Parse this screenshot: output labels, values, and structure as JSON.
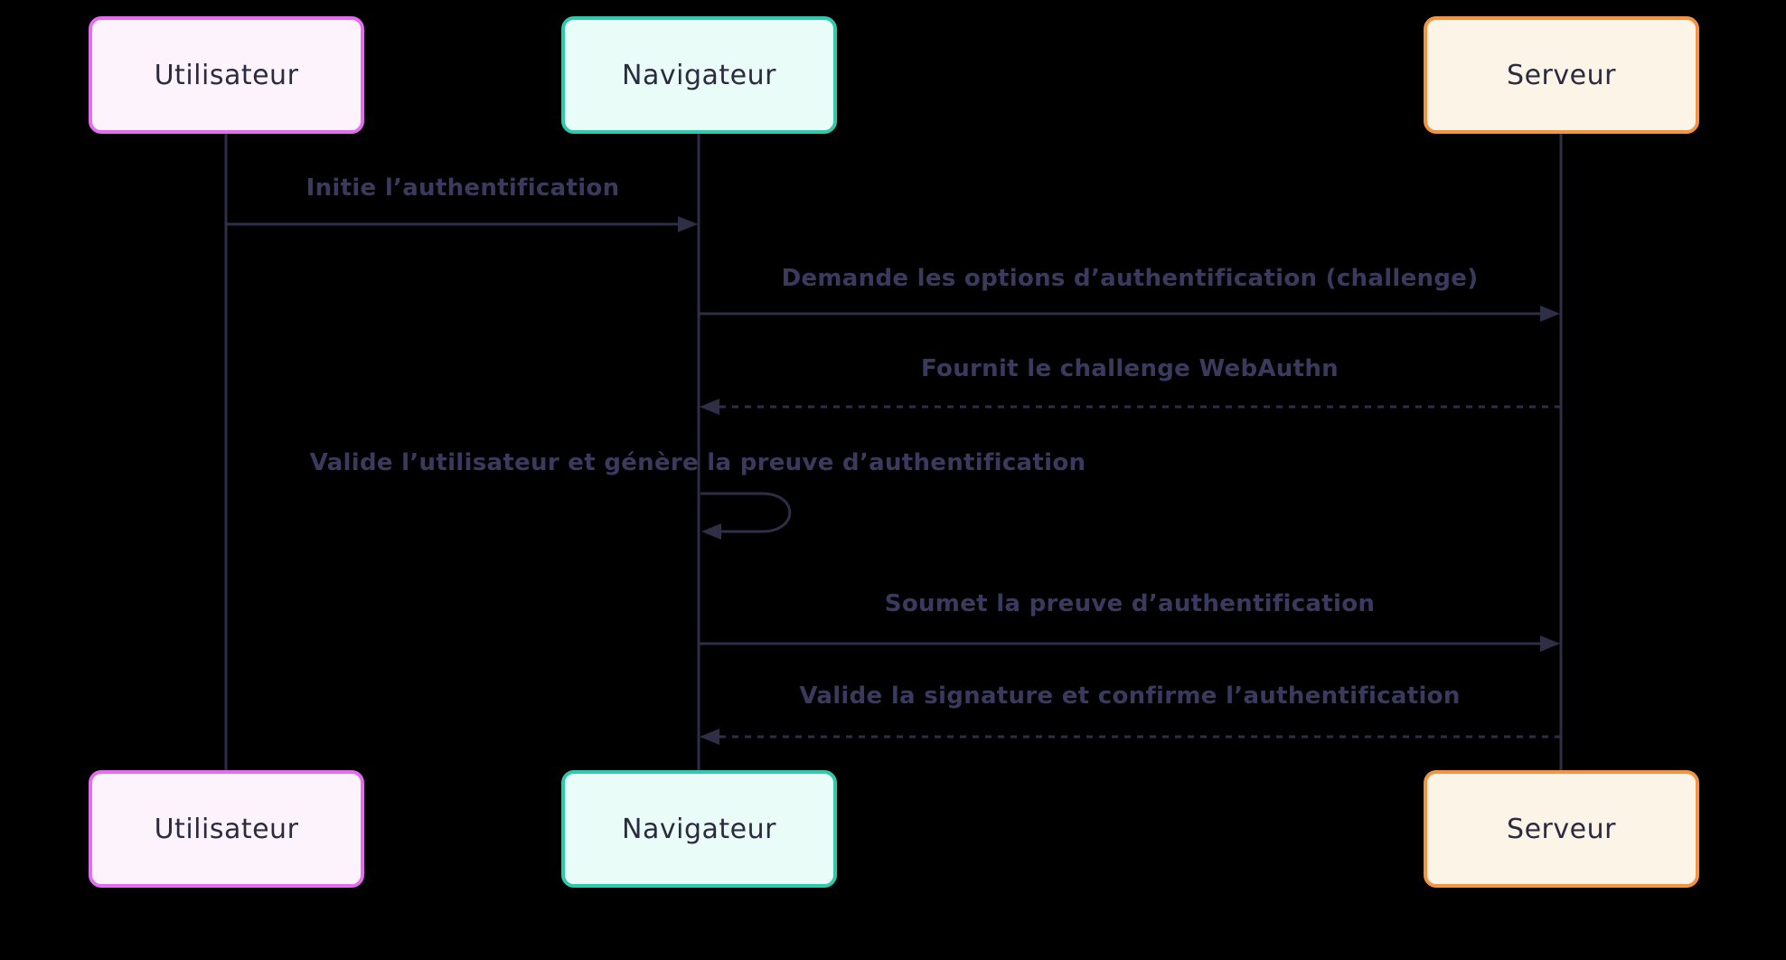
{
  "diagram": {
    "type": "sequence-diagram",
    "background": "#000000",
    "line_color": "#2e2e46",
    "message_text_color": "#3a3a5e",
    "actors": [
      {
        "id": "utilisateur",
        "label": "Utilisateur",
        "fill": "#fdf3fd",
        "border": "#e56cef"
      },
      {
        "id": "navigateur",
        "label": "Navigateur",
        "fill": "#eafcf7",
        "border": "#2fc9ae"
      },
      {
        "id": "serveur",
        "label": "Serveur",
        "fill": "#fcf4e6",
        "border": "#f29442"
      }
    ],
    "messages": [
      {
        "from": "Utilisateur",
        "to": "Navigateur",
        "label": "Initie l’authentification",
        "line": "solid"
      },
      {
        "from": "Navigateur",
        "to": "Serveur",
        "label": "Demande les options d’authentification (challenge)",
        "line": "solid"
      },
      {
        "from": "Serveur",
        "to": "Navigateur",
        "label": "Fournit le challenge WebAuthn",
        "line": "dashed"
      },
      {
        "from": "Navigateur",
        "to": "Navigateur",
        "label": "Valide l’utilisateur et génère la preuve d’authentification",
        "line": "self"
      },
      {
        "from": "Navigateur",
        "to": "Serveur",
        "label": "Soumet la preuve d’authentification",
        "line": "solid"
      },
      {
        "from": "Serveur",
        "to": "Navigateur",
        "label": "Valide la signature et confirme l’authentification",
        "line": "dashed"
      }
    ]
  }
}
